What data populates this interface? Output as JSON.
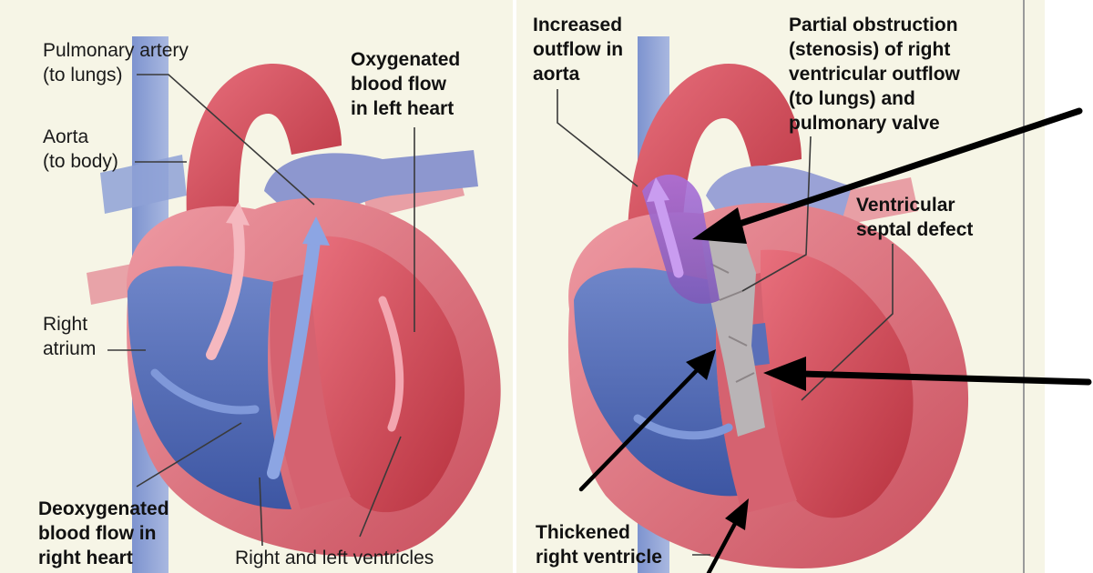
{
  "left_panel": {
    "labels": {
      "pulmonary_artery": [
        "Pulmonary artery",
        "(to lungs)"
      ],
      "aorta": [
        "Aorta",
        "(to body)"
      ],
      "oxygenated_flow": [
        "Oxygenated",
        "blood flow",
        "in left heart"
      ],
      "right_atrium": [
        "Right",
        "atrium"
      ],
      "deoxygenated_flow": [
        "Deoxygenated",
        "blood flow in",
        "right heart"
      ],
      "ventricles": [
        "Right and left ventricles"
      ]
    }
  },
  "right_panel": {
    "labels": {
      "increased_outflow": [
        "Increased",
        "outflow in",
        "aorta"
      ],
      "obstruction": [
        "Partial obstruction",
        "(stenosis) of right",
        "ventricular outflow",
        "(to lungs) and",
        "pulmonary valve"
      ],
      "septal_defect": [
        "Ventricular",
        "septal defect"
      ],
      "thickened_rv": [
        "Thickened",
        "right ventricle"
      ]
    }
  },
  "colors": {
    "panel_bg": "#f6f5e6",
    "oxygenated_red": "#d4475a",
    "deoxygenated_blue": "#4a62b0",
    "muscle_pink": "#e07b86"
  }
}
